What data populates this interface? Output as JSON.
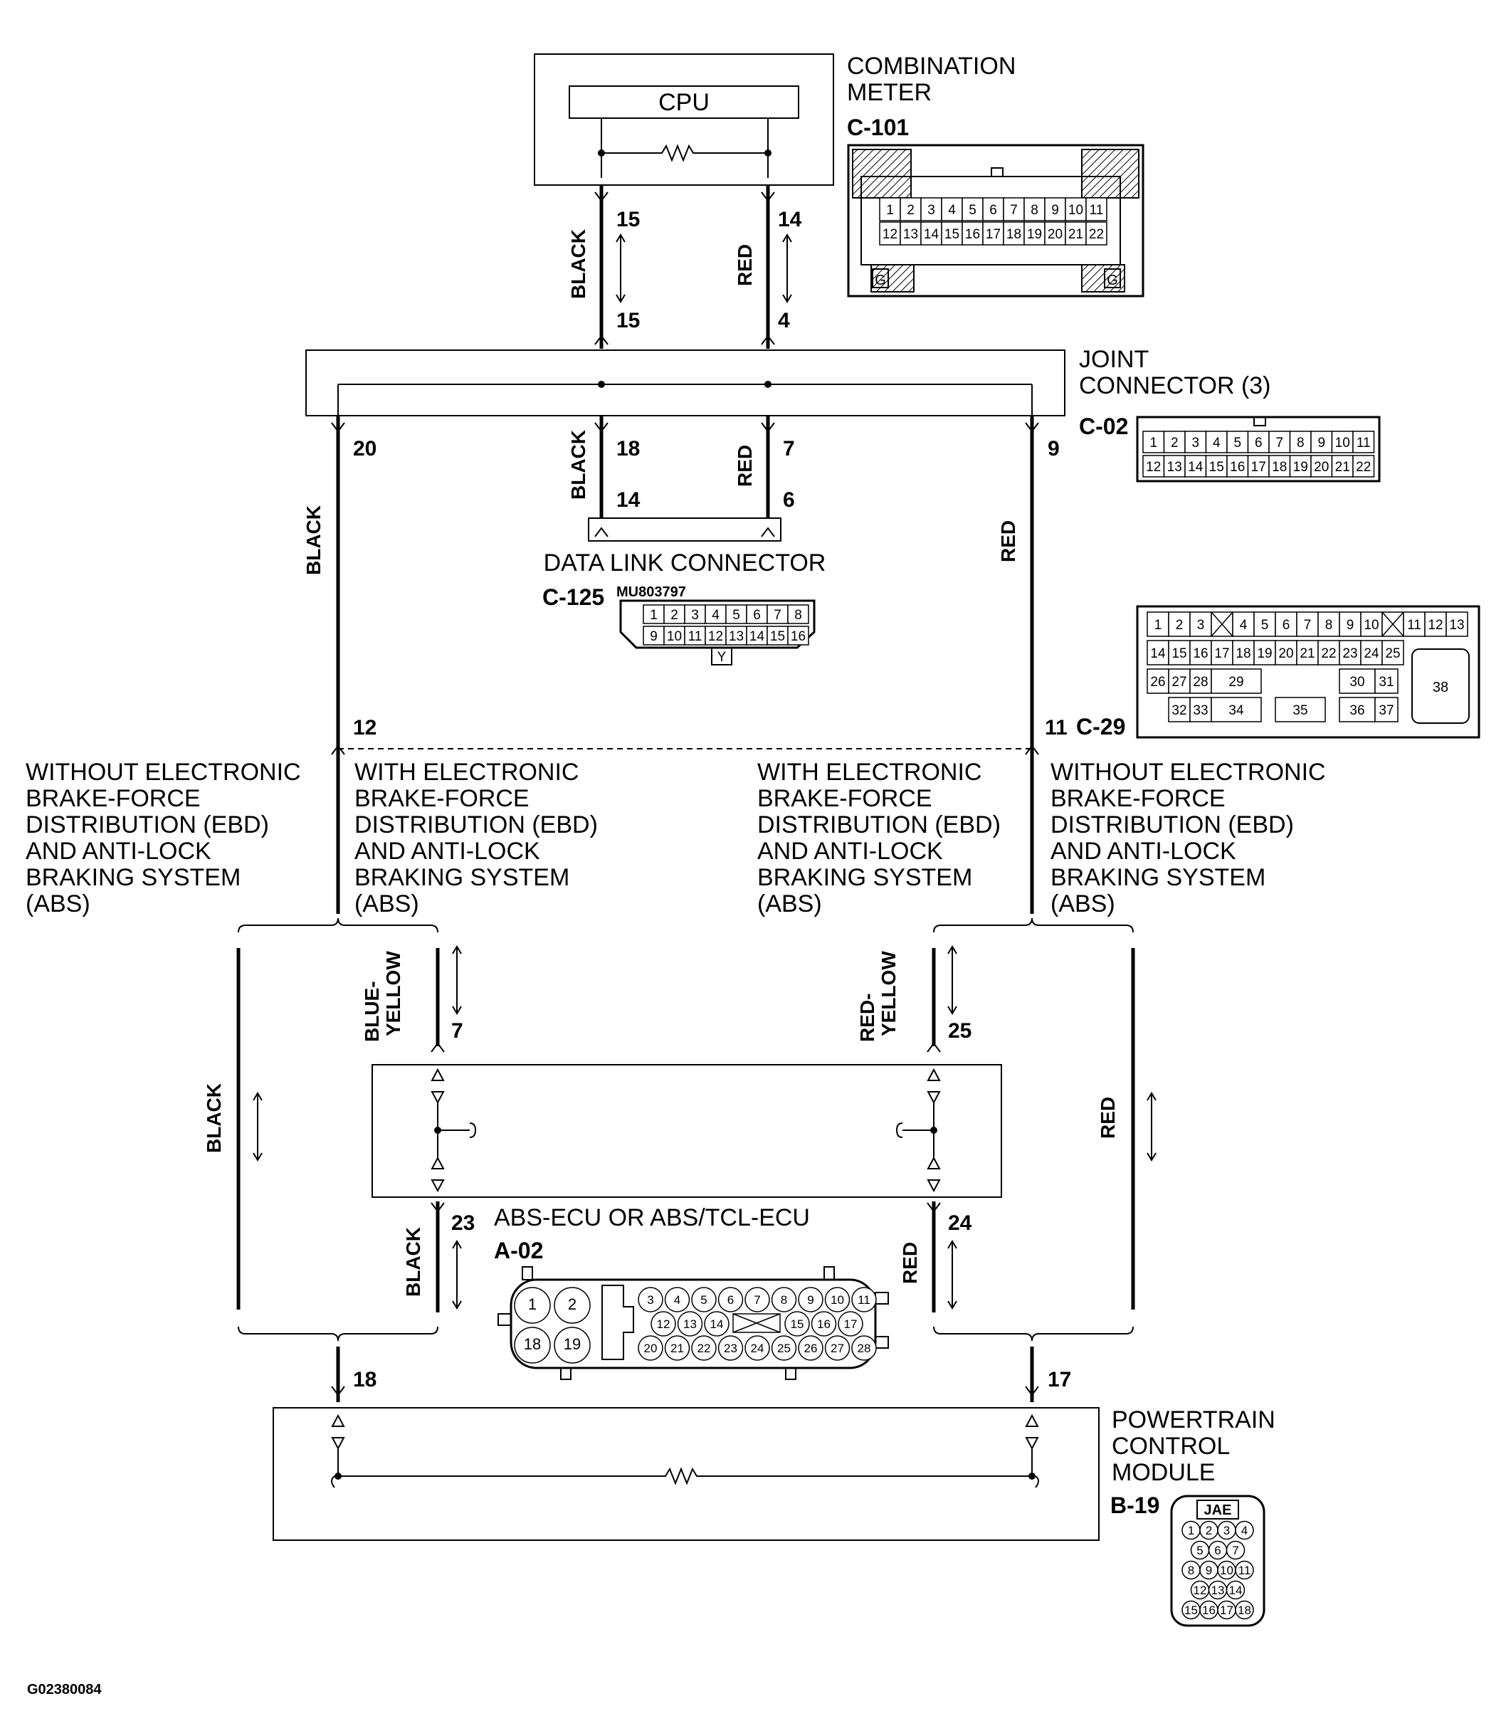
{
  "diagram_id": "G02380084",
  "components": {
    "combination_meter": {
      "name": "COMBINATION\nMETER",
      "cpu": "CPU",
      "connector": "C-101"
    },
    "joint_connector": {
      "name": "JOINT\nCONNECTOR (3)",
      "connector": "C-02"
    },
    "data_link_connector": {
      "name": "DATA LINK CONNECTOR",
      "connector": "C-125",
      "part_number": "MU803797"
    },
    "c29": {
      "connector": "C-29"
    },
    "abs_ecu": {
      "name": "ABS-ECU OR ABS/TCL-ECU",
      "connector": "A-02"
    },
    "pcm": {
      "name": "POWERTRAIN\nCONTROL\nMODULE",
      "connector": "B-19",
      "vendor": "JAE"
    }
  },
  "wire_colors": {
    "black": "BLACK",
    "red": "RED",
    "blue_yellow": "BLUE-\nYELLOW",
    "red_yellow": "RED-\nYELLOW"
  },
  "pins": {
    "meter_left": "15",
    "meter_right": "14",
    "joint_top_left": "15",
    "joint_top_right": "4",
    "joint_out_far_left": "20",
    "joint_out_left": "18",
    "joint_out_right": "7",
    "joint_out_far_right": "9",
    "dlc_left": "14",
    "dlc_right": "6",
    "c29_left": "12",
    "c29_right": "11",
    "abs_top_left": "7",
    "abs_top_right": "25",
    "abs_bottom_left": "23",
    "abs_bottom_right": "24",
    "pcm_left": "18",
    "pcm_right": "17"
  },
  "variants": {
    "without": "WITHOUT ELECTRONIC\nBRAKE-FORCE\nDISTRIBUTION (EBD)\nAND ANTI-LOCK\nBRAKING SYSTEM\n(ABS)",
    "with": "WITH ELECTRONIC\nBRAKE-FORCE\nDISTRIBUTION (EBD)\nAND ANTI-LOCK\nBRAKING SYSTEM\n(ABS)"
  },
  "connector_faces": {
    "c101_row1": [
      "1",
      "2",
      "3",
      "4",
      "5",
      "6",
      "7",
      "8",
      "9",
      "10",
      "11"
    ],
    "c101_row2": [
      "12",
      "13",
      "14",
      "15",
      "16",
      "17",
      "18",
      "19",
      "20",
      "21",
      "22"
    ],
    "c101_mark": "G",
    "c02_row1": [
      "1",
      "2",
      "3",
      "4",
      "5",
      "6",
      "7",
      "8",
      "9",
      "10",
      "11"
    ],
    "c02_row2": [
      "12",
      "13",
      "14",
      "15",
      "16",
      "17",
      "18",
      "19",
      "20",
      "21",
      "22"
    ],
    "c125_row1": [
      "1",
      "2",
      "3",
      "4",
      "5",
      "6",
      "7",
      "8"
    ],
    "c125_row2": [
      "9",
      "10",
      "11",
      "12",
      "13",
      "14",
      "15",
      "16"
    ],
    "c125_mark": "Y",
    "c29_row1": [
      "1",
      "2",
      "3",
      "",
      "4",
      "5",
      "6",
      "7",
      "8",
      "9",
      "10",
      "",
      "11",
      "12",
      "13"
    ],
    "c29_row2": [
      "14",
      "15",
      "16",
      "17",
      "18",
      "19",
      "20",
      "21",
      "22",
      "23",
      "24",
      "25"
    ],
    "c29_row3": [
      "26",
      "27",
      "28",
      "29",
      "30",
      "31",
      "38"
    ],
    "c29_row4": [
      "32",
      "33",
      "34",
      "35",
      "36",
      "37"
    ],
    "a02_big": [
      "1",
      "2",
      "18",
      "19"
    ],
    "a02_row1": [
      "3",
      "4",
      "5",
      "6",
      "7",
      "8",
      "9",
      "10",
      "11"
    ],
    "a02_row2": [
      "12",
      "13",
      "14",
      "15",
      "16",
      "17"
    ],
    "a02_row3": [
      "20",
      "21",
      "22",
      "23",
      "24",
      "25",
      "26",
      "27",
      "28"
    ],
    "b19_rows": [
      [
        "1",
        "2",
        "3",
        "4"
      ],
      [
        "5",
        "6",
        "7"
      ],
      [
        "8",
        "9",
        "10",
        "11"
      ],
      [
        "12",
        "13",
        "14"
      ],
      [
        "15",
        "16",
        "17",
        "18"
      ]
    ]
  }
}
